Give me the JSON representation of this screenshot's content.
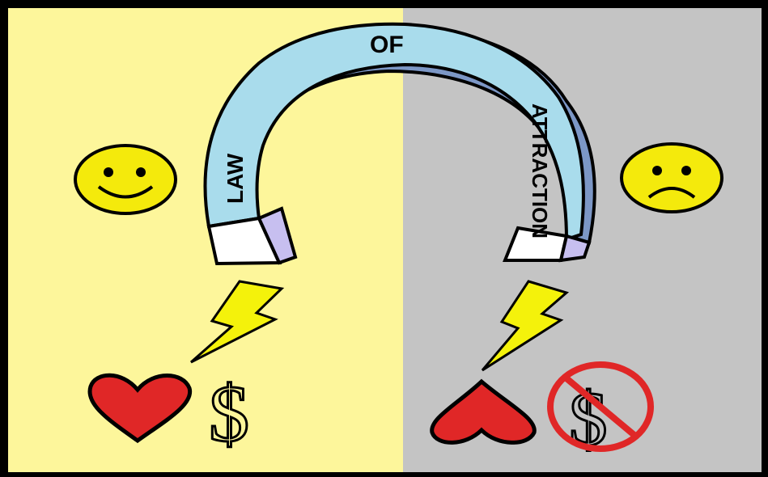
{
  "colors": {
    "frame": "#000000",
    "left_panel": "#fdf69b",
    "right_panel": "#c4c4c4",
    "magnet_light": "#a9dcec",
    "magnet_dark": "#7c97c6",
    "magnet_tip_face": "#ffffff",
    "magnet_tip_side": "#c7bff0",
    "smiley": "#f4ea0c",
    "lightning": "#f4f20b",
    "heart": "#e02727",
    "prohibited": "#e02727"
  },
  "icons": {
    "happy": "happy-face-icon",
    "sad": "sad-face-icon",
    "bolt": "lightning-bolt-icon",
    "heart": "heart-icon",
    "broken_heart": "upside-down-heart-icon",
    "dollar": "dollar-sign-icon",
    "no_dollar": "no-dollar-icon"
  },
  "magnet": {
    "word_top": "OF",
    "word_left": "LAW",
    "word_right": "ATTRACTION"
  },
  "symbols": {
    "dollar_left": "$",
    "dollar_right": "$"
  }
}
